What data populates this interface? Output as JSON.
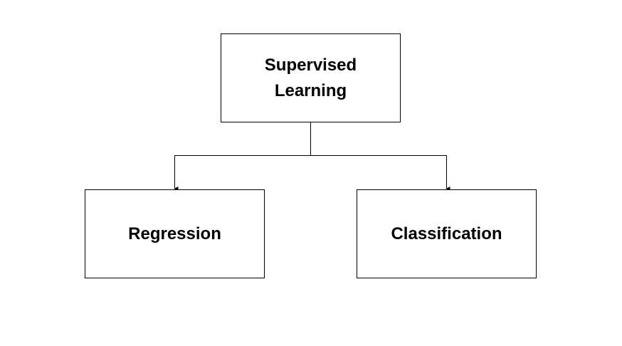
{
  "diagram": {
    "root": {
      "label": "Supervised Learning"
    },
    "children": [
      {
        "label": "Regression"
      },
      {
        "label": "Classification"
      }
    ]
  },
  "colors": {
    "stroke": "#000000",
    "background": "#ffffff",
    "text": "#000000"
  }
}
